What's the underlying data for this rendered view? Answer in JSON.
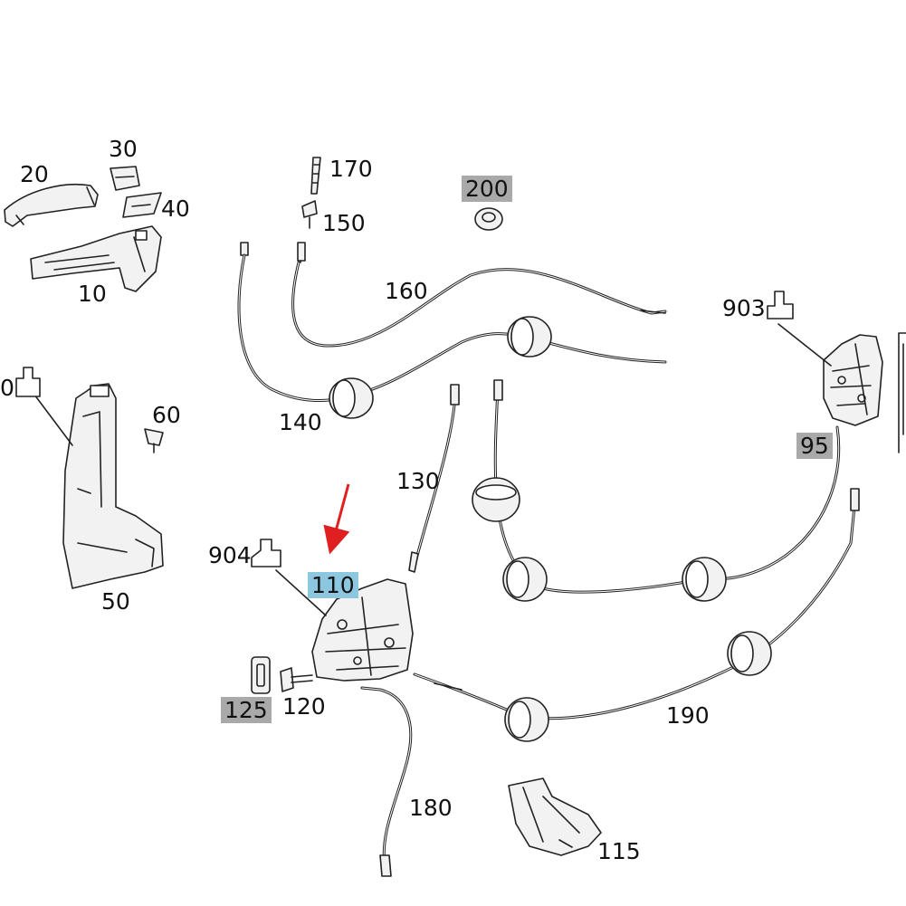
{
  "colors": {
    "line": "#222222",
    "part_fill": "#f2f2f2",
    "highlight_grey": "#a9a9a9",
    "highlight_blue": "#8cc6df",
    "arrow": "#e02020"
  },
  "callouts": [
    {
      "key": "p20",
      "text": "20"
    },
    {
      "key": "p30",
      "text": "30"
    },
    {
      "key": "p40",
      "text": "40"
    },
    {
      "key": "p10",
      "text": "10"
    },
    {
      "key": "p170",
      "text": "170"
    },
    {
      "key": "p150",
      "text": "150"
    },
    {
      "key": "p200",
      "text": "200"
    },
    {
      "key": "p160",
      "text": "160"
    },
    {
      "key": "p903",
      "text": "903"
    },
    {
      "key": "p0",
      "text": "0"
    },
    {
      "key": "p60",
      "text": "60"
    },
    {
      "key": "p140",
      "text": "140"
    },
    {
      "key": "p95",
      "text": "95"
    },
    {
      "key": "p130",
      "text": "130"
    },
    {
      "key": "p904",
      "text": "904"
    },
    {
      "key": "p110",
      "text": "110"
    },
    {
      "key": "p50",
      "text": "50"
    },
    {
      "key": "p125",
      "text": "125"
    },
    {
      "key": "p120",
      "text": "120"
    },
    {
      "key": "p190",
      "text": "190"
    },
    {
      "key": "p180",
      "text": "180"
    },
    {
      "key": "p115",
      "text": "115"
    }
  ],
  "highlights": {
    "grey": [
      "200",
      "95",
      "125"
    ],
    "blue": [
      "110"
    ]
  },
  "arrow_points_to": "110"
}
